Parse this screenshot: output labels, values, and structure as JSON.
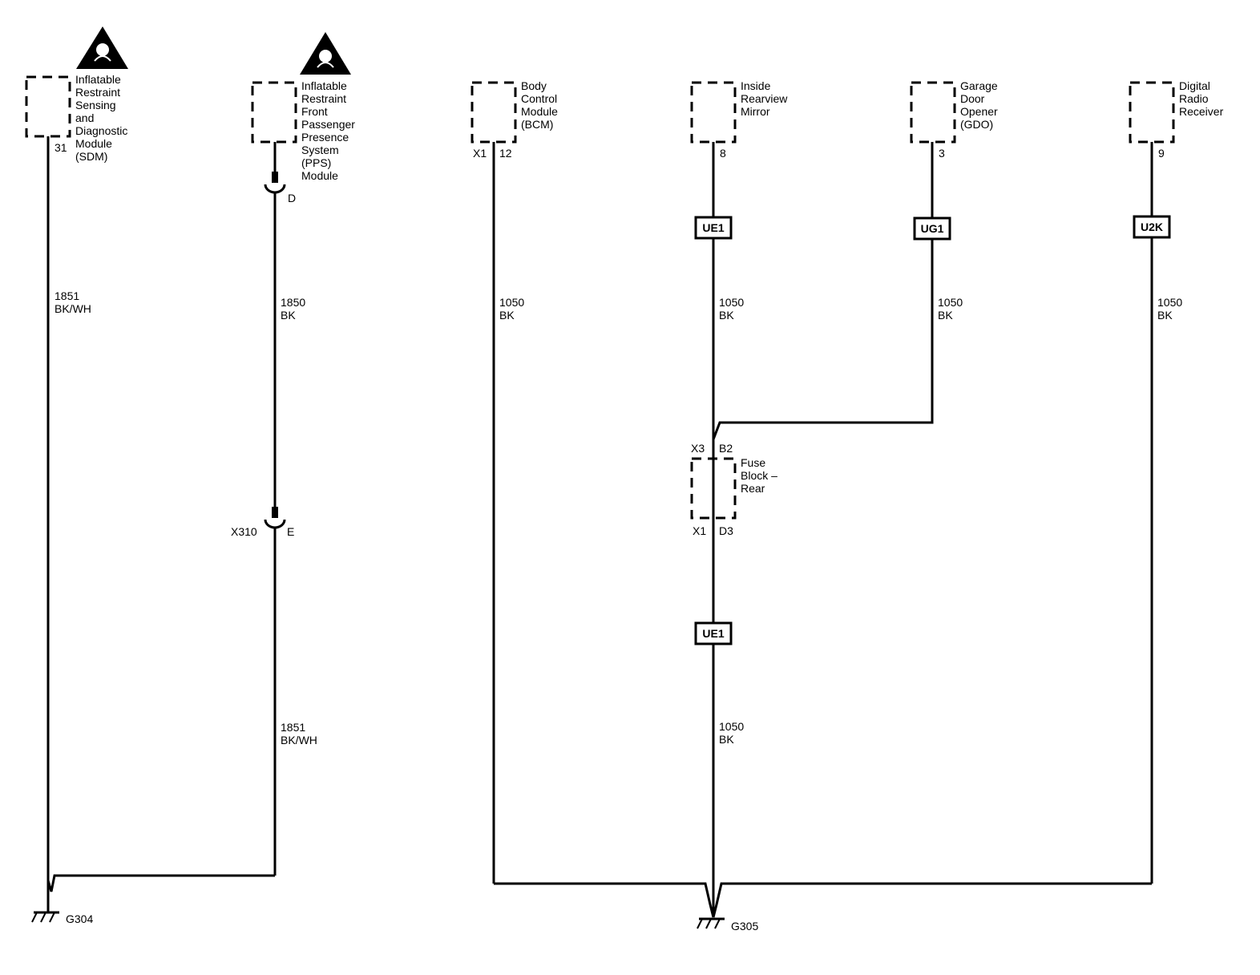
{
  "components": {
    "sdm": {
      "lines": [
        "Inflatable",
        "Restraint",
        "Sensing",
        "and",
        "Diagnostic",
        "Module",
        "(SDM)"
      ],
      "pin": "31"
    },
    "pps": {
      "lines": [
        "Inflatable",
        "Restraint",
        "Front",
        "Passenger",
        "Presence",
        "System",
        "(PPS)",
        "Module"
      ]
    },
    "bcm": {
      "lines": [
        "Body",
        "Control",
        "Module",
        "(BCM)"
      ],
      "connector": "X1",
      "pin": "12"
    },
    "mirror": {
      "lines": [
        "Inside",
        "Rearview",
        "Mirror"
      ],
      "pin": "8"
    },
    "gdo": {
      "lines": [
        "Garage",
        "Door",
        "Opener",
        "(GDO)"
      ],
      "pin": "3"
    },
    "radio": {
      "lines": [
        "Digital",
        "Radio",
        "Receiver"
      ],
      "pin": "9"
    },
    "fuse_block": {
      "lines": [
        "Fuse",
        "Block –",
        "Rear"
      ],
      "top_connector": "X3",
      "top_pin": "B2",
      "bottom_connector": "X1",
      "bottom_pin": "D3"
    }
  },
  "connectors": {
    "pps_top_pin": "D",
    "x310_name": "X310",
    "x310_pin": "E"
  },
  "wires": {
    "sdm": {
      "circuit": "1851",
      "color": "BK/WH"
    },
    "pps_upper": {
      "circuit": "1850",
      "color": "BK"
    },
    "pps_lower": {
      "circuit": "1851",
      "color": "BK/WH"
    },
    "bcm": {
      "circuit": "1050",
      "color": "BK"
    },
    "mirror": {
      "circuit": "1050",
      "color": "BK"
    },
    "gdo": {
      "circuit": "1050",
      "color": "BK"
    },
    "radio": {
      "circuit": "1050",
      "color": "BK"
    },
    "fuse_out": {
      "circuit": "1050",
      "color": "BK"
    }
  },
  "option_tags": {
    "mirror_upper": "UE1",
    "gdo": "UG1",
    "radio": "U2K",
    "fuse_lower": "UE1"
  },
  "grounds": {
    "left": "G304",
    "right": "G305"
  },
  "icons": {
    "airbag_warning": "airbag-warning-icon",
    "ground": "ground-symbol-icon"
  }
}
